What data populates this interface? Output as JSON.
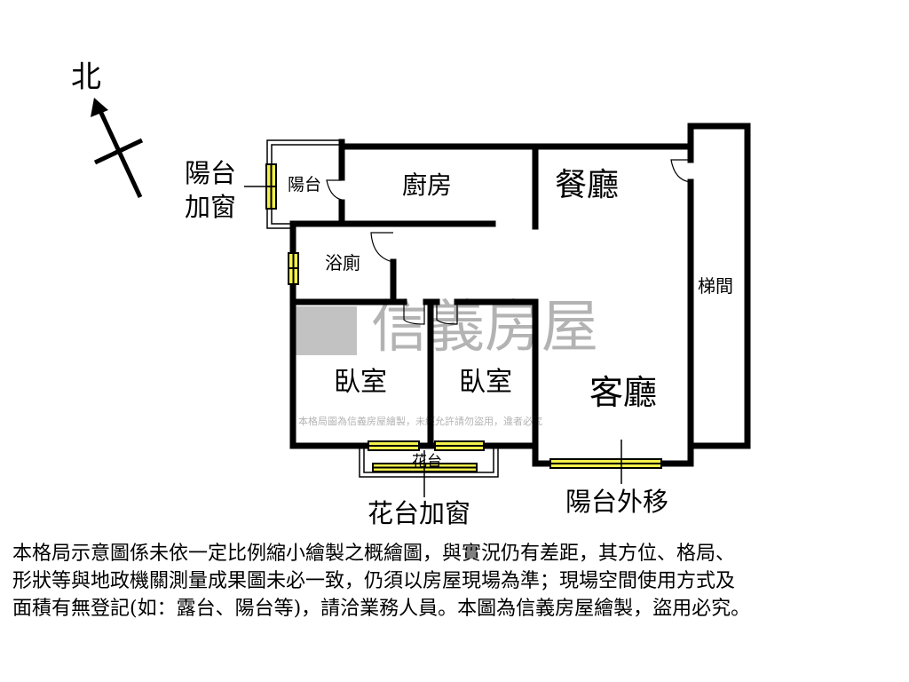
{
  "compass": {
    "north_label": "北"
  },
  "rooms": {
    "balcony_window": "陽台\n加窗",
    "balcony_window_line1": "陽台",
    "balcony_window_line2": "加窗",
    "balcony": "陽台",
    "kitchen": "廚房",
    "dining": "餐廳",
    "bathroom": "浴廁",
    "bedroom1": "臥室",
    "bedroom2": "臥室",
    "living": "客廳",
    "stairs": "梯間",
    "flower_bed": "花台",
    "flower_bed_window": "花台加窗",
    "balcony_moved_out": "陽台外移"
  },
  "watermark": {
    "brand": "信義房屋",
    "notice": "本格局圖為信義房屋繪製，未經允許請勿盜用，違者必究"
  },
  "disclaimer": {
    "lines": [
      "本格局示意圖係未依一定比例縮小繪製之概繪圖，與實況仍有差距，其方位、格局、",
      "形狀等與地政機關測量成果圖未必一致，仍須以房屋現場為準；現場空間使用方式及",
      "面積有無登記(如：露台、陽台等)，請洽業務人員。本圖為信義房屋繪製，盜用必究。"
    ]
  },
  "colors": {
    "wall": "#000000",
    "window": "#f2f04a",
    "watermark": "#9a9a9a"
  }
}
